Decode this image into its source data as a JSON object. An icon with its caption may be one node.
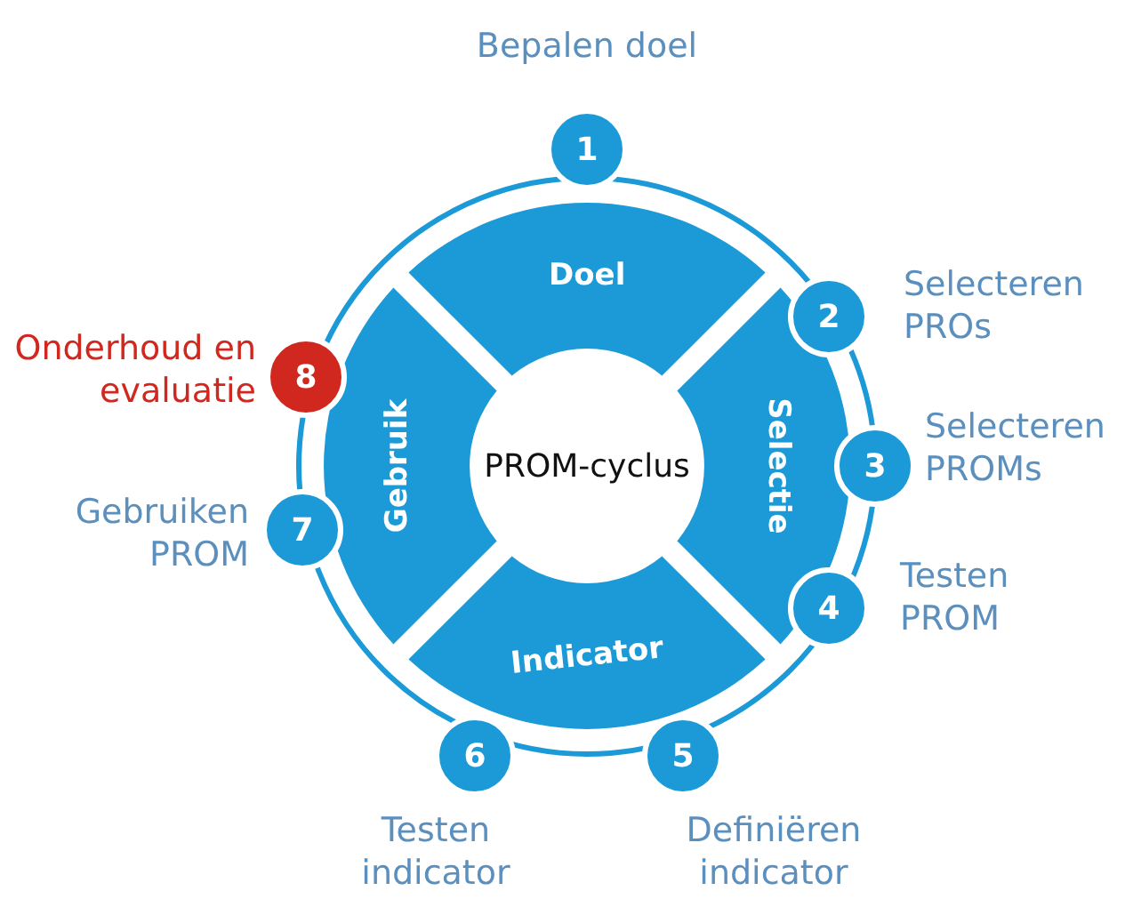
{
  "diagram": {
    "nodes": [
      {
        "text": [
          "PROM-cyclus"
        ]
      },
      {
        "text": [
          "Doel"
        ]
      },
      {
        "text": [
          "Selectie"
        ]
      },
      {
        "text": [
          "Indicator"
        ]
      },
      {
        "text": [
          "Gebruik"
        ]
      },
      {
        "text": [
          "1"
        ],
        "beside": [
          "Bepalen doel"
        ]
      },
      {
        "text": [
          "2"
        ],
        "beside": [
          "Selecteren PROs"
        ]
      },
      {
        "text": [
          "3"
        ],
        "beside": [
          "Selecteren PROMs"
        ]
      },
      {
        "text": [
          "4"
        ],
        "beside": [
          "Testen PROM"
        ]
      },
      {
        "text": [
          "5"
        ],
        "beside": [
          "Definiëren indicator"
        ]
      },
      {
        "text": [
          "6"
        ],
        "beside": [
          "Testen indicator"
        ]
      },
      {
        "text": [
          "7"
        ],
        "beside": [
          "Gebruiken PROM"
        ]
      },
      {
        "text": [
          "8"
        ],
        "beside": [
          "Onderhoud en evaluatie"
        ]
      }
    ]
  }
}
